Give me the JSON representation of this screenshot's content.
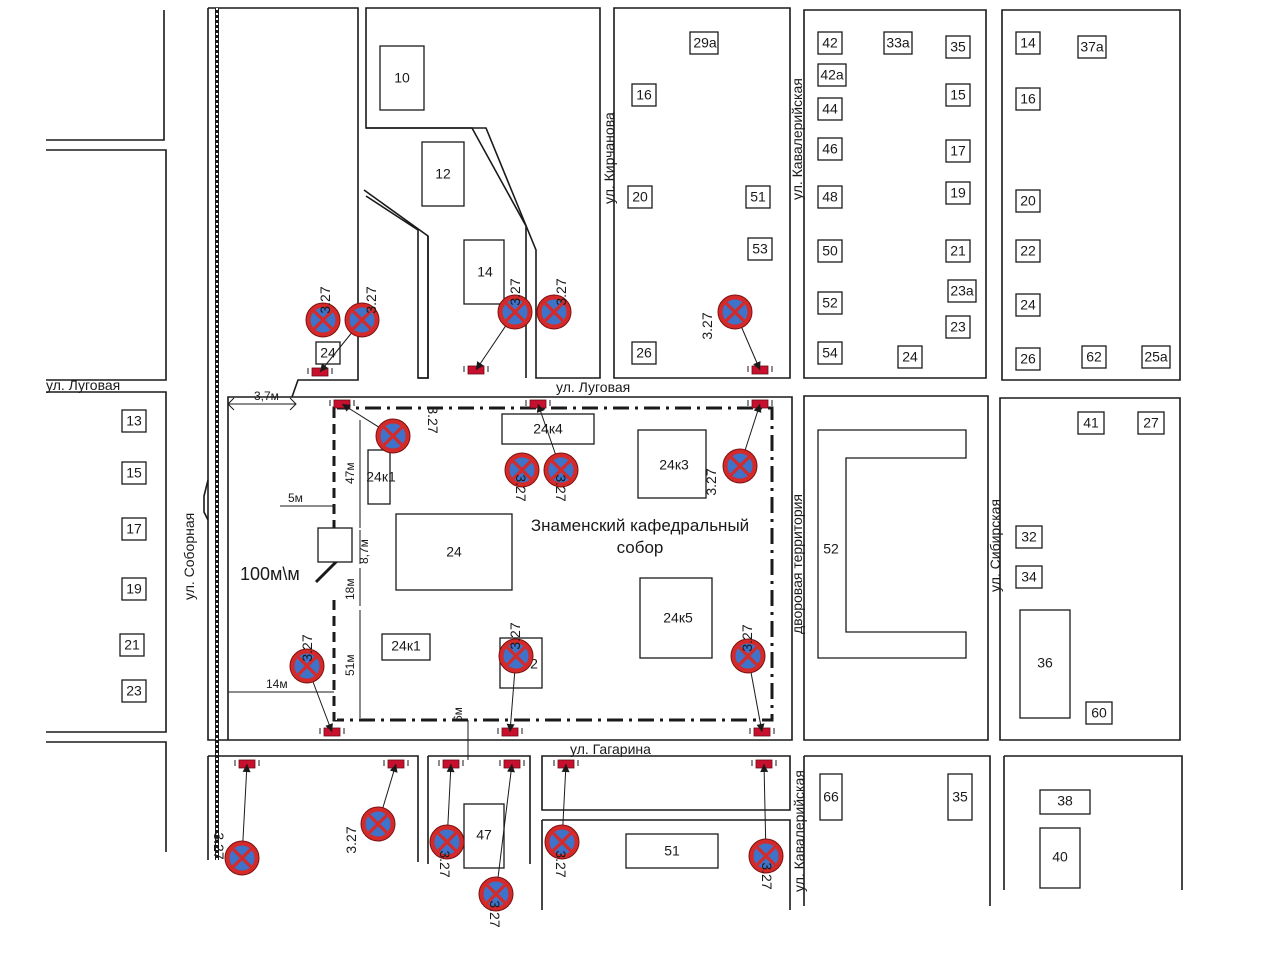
{
  "streets": {
    "lugovaya_west": "ул. Луговая",
    "lugovaya": "ул. Луговая",
    "sobornaya": "ул. Соборная",
    "kirchanova": "ул. Кирчанова",
    "kavaleriyskaya_north": "ул. Кавалерийская",
    "kavaleriyskaya_south": "ул. Кавалерийская",
    "gagarina": "ул. Гагарина",
    "sibirskaya": "ул. Сибирская",
    "yard": "дворовая территория"
  },
  "cathedral": {
    "line1": "Знаменский кафедральный",
    "line2": "собор"
  },
  "perimeter_label": "100м\\м",
  "sign_code": "3.27",
  "sign_icon": "no-stopping-sign-icon",
  "colors": {
    "sign_red": "#d42a2a",
    "sign_blue": "#3f73c9",
    "post_red": "#c8102e"
  },
  "buildings": [
    "10",
    "12",
    "14",
    "24",
    "29а",
    "16",
    "20",
    "51",
    "53",
    "26",
    "42",
    "42а",
    "44",
    "46",
    "48",
    "50",
    "52",
    "54",
    "33а",
    "35",
    "15",
    "17",
    "19",
    "21",
    "23а",
    "23",
    "24",
    "14",
    "37а",
    "16",
    "20",
    "22",
    "24",
    "26",
    "62",
    "25а",
    "13",
    "15",
    "17",
    "19",
    "21",
    "23",
    "24к4",
    "24к1",
    "24",
    "24к3",
    "24к5",
    "24к1",
    "2",
    "52",
    "41",
    "27",
    "32",
    "34",
    "36",
    "60",
    "47",
    "51",
    "66",
    "35",
    "38",
    "40"
  ],
  "dimensions": {
    "d1": "3,7м",
    "d2": "47м",
    "d3": "5м",
    "d4": "8,7м",
    "d5": "18м",
    "d6": "51м",
    "d7": "14м",
    "d8": "6м"
  }
}
